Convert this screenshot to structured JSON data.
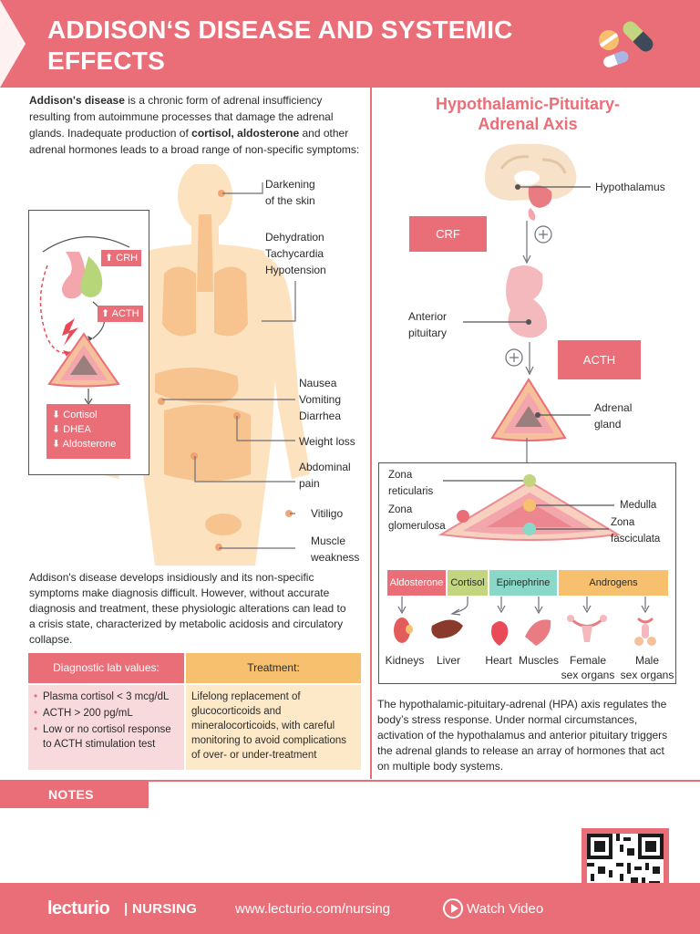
{
  "header": {
    "title": "ADDISON‘S DISEASE AND SYSTEMIC EFFECTS",
    "pills_icon": "pills-icon"
  },
  "intro": {
    "term": "Addison's disease",
    "text1": " is a chronic form of adrenal insufficiency resulting from autoimmune processes that damage the adrenal glands. Inadequate production of ",
    "bold1": "cortisol, aldosterone",
    "text2": " and other adrenal hormones leads to a broad range of non-specific symptoms:"
  },
  "body_labels": {
    "skin": "Darkening\nof the skin",
    "cardio": "Dehydration\nTachycardia\nHypotension",
    "gi": "Nausea\nVomiting\nDiarrhea",
    "weight": "Weight loss",
    "abdominal": "Abdominal\npain",
    "vitiligo": "Vitiligo",
    "muscle": "Muscle\nweakness"
  },
  "insert": {
    "crh": "⬆ CRH",
    "acth": "⬆ ACTH",
    "results": [
      "⬇ Cortisol",
      "⬇ DHEA",
      "⬇ Aldosterone"
    ]
  },
  "paragraph2": "Addison's disease develops insidiously and its non-specific symptoms make diagnosis difficult. However, without accurate diagnosis and treatment, these physiologic alterations can lead to a crisis state, characterized by metabolic acidosis and circulatory collapse.",
  "table": {
    "diag_header": "Diagnostic lab values:",
    "treat_header": "Treatment:",
    "diag_items": [
      "Plasma cortisol < 3 mcg/dL",
      "ACTH > 200 pg/mL",
      "Low or no cortisol response to ACTH stimulation test"
    ],
    "treatment": "Lifelong replacement of glucocorticoids and mineralocorticoids, with careful monitoring to avoid complications of over- or under-treatment"
  },
  "hpa": {
    "title": "Hypothalamic-Pituitary-\nAdrenal Axis",
    "hypothalamus": "Hypothalamus",
    "crf": "CRF",
    "anterior_pituitary": "Anterior\npituitary",
    "acth": "ACTH",
    "adrenal_gland": "Adrenal\ngland",
    "plus": "+"
  },
  "zones": {
    "reticularis": "Zona\nreticularis",
    "glomerulosa": "Zona\nglomerulosa",
    "medulla": "Medulla",
    "fasciculata": "Zona\nfasciculata",
    "headers": [
      {
        "label": "Aldosterone",
        "color": "#ea6e78"
      },
      {
        "label": "Cortisol",
        "color": "#c3d57f"
      },
      {
        "label": "Epinephrine",
        "color": "#8ad8c7"
      },
      {
        "label": "Androgens",
        "color": "#f6c06e"
      }
    ],
    "organs": [
      "Kidneys",
      "Liver",
      "Heart",
      "Muscles",
      "Female\nsex organs",
      "Male\nsex organs"
    ]
  },
  "hpa_desc": "The hypothalamic-pituitary-adrenal (HPA) axis regulates the body’s stress response. Under normal circumstances, activation of the hypothalamus and anterior pituitary triggers the adrenal glands to release an array of hormones that act on multiple body systems.",
  "notes": {
    "label": "NOTES"
  },
  "footer": {
    "logo": "lecturio",
    "nursing": "| NURSING",
    "url": "www.lecturio.com/nursing",
    "watch": "Watch Video",
    "qr_icon": "qr-code-icon"
  },
  "colors": {
    "accent": "#ea6e78",
    "body_tint": "#fde2bf",
    "organ": "#f7c08a",
    "orange": "#f6c06e",
    "green": "#c3d57f",
    "teal": "#8ad8c7"
  }
}
